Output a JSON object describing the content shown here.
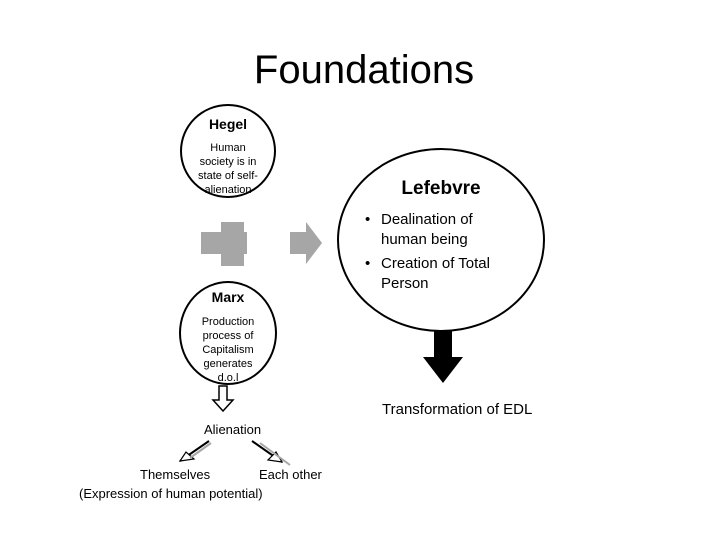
{
  "title": "Foundations",
  "hegel": {
    "heading": "Hegel",
    "lines": [
      "Human",
      "society is in",
      "state of self-",
      "alienation"
    ]
  },
  "marx": {
    "heading": "Marx",
    "lines": [
      "Production",
      "process of",
      "Capitalism",
      "generates",
      "d.o.l"
    ]
  },
  "lefebvre": {
    "heading": "Lefebvre",
    "bullets": [
      [
        "Dealination of",
        "human being"
      ],
      [
        "Creation of Total",
        "Person"
      ]
    ]
  },
  "transformation_label": "Transformation of EDL",
  "alienation_label": "Alienation",
  "themselves_label": "Themselves",
  "each_other_label": "Each other",
  "expression_label": "(Expression of human potential)"
}
